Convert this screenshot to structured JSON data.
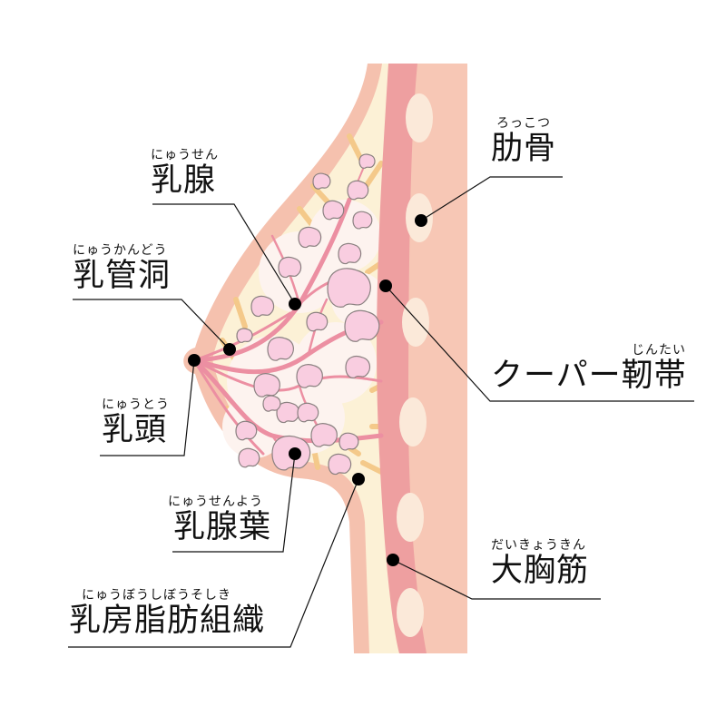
{
  "labels": {
    "rib": {
      "ruby": "ろっこつ",
      "text": "肋骨"
    },
    "mammary_gland": {
      "ruby": "にゅうせん",
      "text": "乳腺"
    },
    "lactiferous_sinus": {
      "ruby": "にゅうかんどう",
      "text": "乳管洞"
    },
    "cooper_ligament": {
      "ruby": "じんたい",
      "text": "クーパー靭帯"
    },
    "nipple": {
      "ruby": "にゅうとう",
      "text": "乳頭"
    },
    "mammary_lobe": {
      "ruby": "にゅうせんよう",
      "text": "乳腺葉"
    },
    "pectoralis_major": {
      "ruby": "だいきょうきん",
      "text": "大胸筋"
    },
    "breast_fat": {
      "ruby": "にゅうぼうしぼうそしき",
      "text": "乳房脂肪組織"
    }
  },
  "colors": {
    "skin": "#f5c1ae",
    "chest": "#f7c7b5",
    "fat": "#fcf1d6",
    "muscle": "#ee9fa0",
    "rib": "#fbe9d9",
    "lobule": "#f9cde0",
    "duct": "#ec8fa2",
    "ligament": "#f4c98a"
  }
}
